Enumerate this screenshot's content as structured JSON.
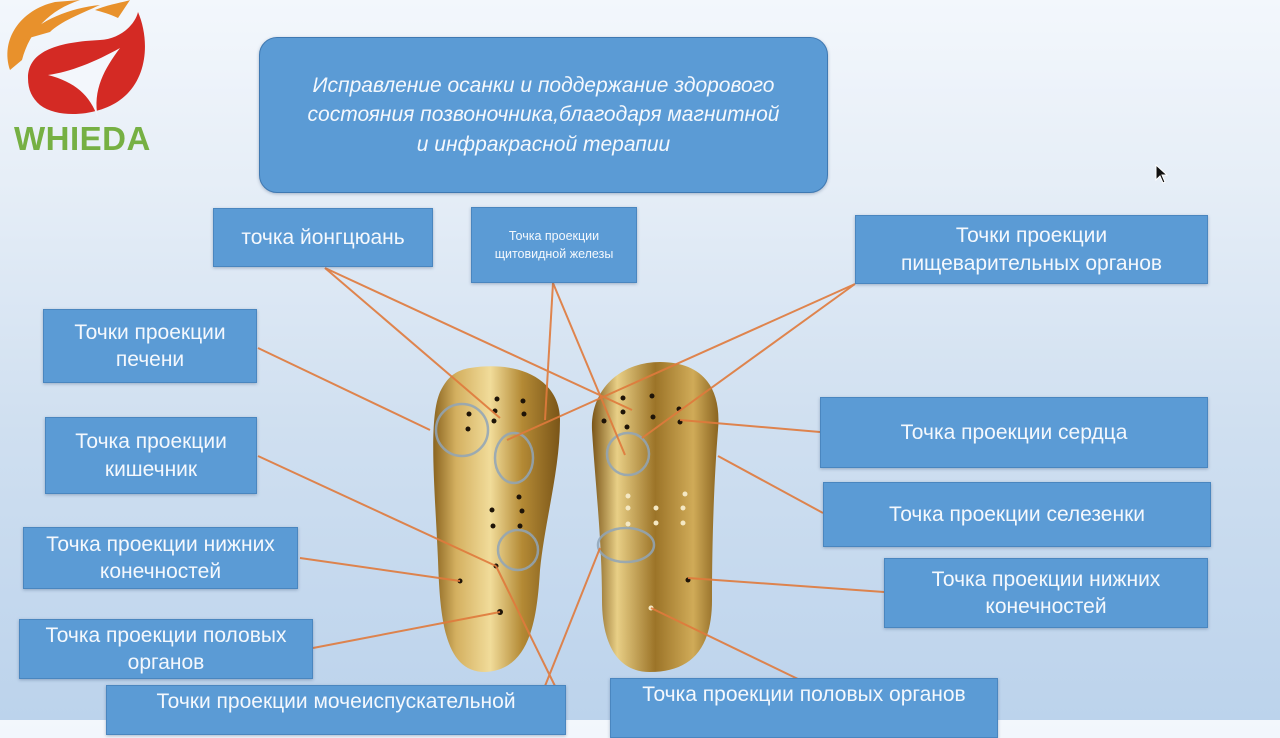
{
  "logo": {
    "brand": "WHIEDA",
    "colors": {
      "orange": "#e8912c",
      "red": "#d42a24",
      "green": "#76b043"
    }
  },
  "title": "Исправление осанки и поддержание здорового состояния позвоночника,благодаря магнитной и инфракрасной терапии",
  "labels": {
    "yongquan": "точка йонгцюань",
    "thyroid": "Точка проекции щитовидной железы",
    "digestive": "Точки проекции пищеварительных органов",
    "liver": "Точки проекции печени",
    "intestine": "Точка проекции кишечник",
    "heart": "Точка проекции сердца",
    "spleen": "Точка проекции селезенки",
    "lower_limbs_left": "Точка проекции нижних конечностей",
    "lower_limbs_right": "Точка проекции нижних конечностей",
    "genitals_left": "Точка проекции половых органов",
    "urinary": "Точки проекции мочеиспускательной",
    "genitals_right": "Точка проекции половых органов"
  },
  "colors": {
    "box_fill": "#5b9bd5",
    "box_text": "#f4f8fd",
    "connector": "#e07a3c",
    "insole_gold": "#c9a54a",
    "marker_ring": "#8fa4b8"
  }
}
